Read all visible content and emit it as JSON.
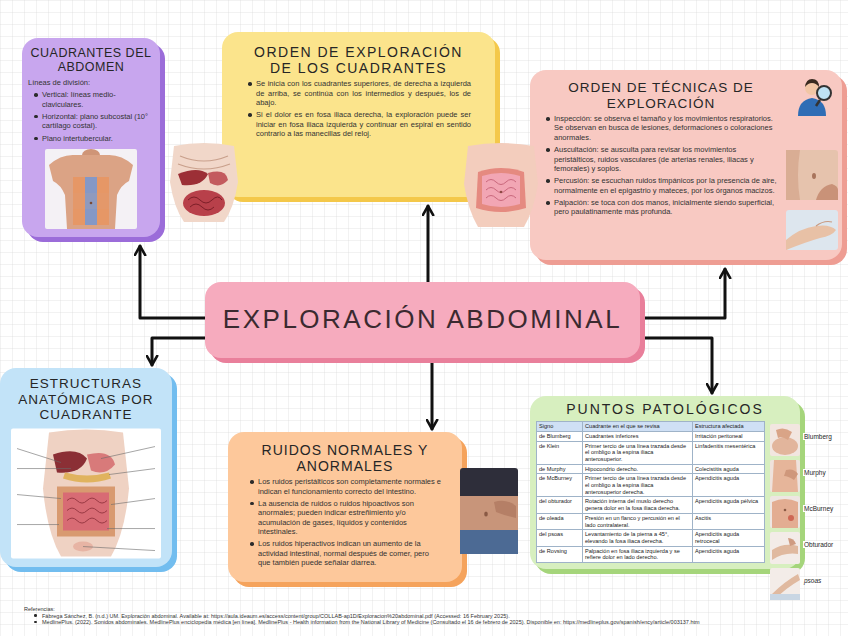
{
  "diagram": {
    "nodes": [
      {
        "text": [
          "CUADRANTES DEL ABDOMEN",
          "Líneas de división:",
          "Vertical: líneas medio-claviculares.",
          "Horizontal: plano subcostal (10° cartílago costal).",
          "Plano intertubercular."
        ]
      },
      {
        "text": [
          "ORDEN DE EXPLORACIÓN DE LOS CUADRANTES",
          "Se inicia con los cuadrantes superiores, de derecha a izquierda de arriba, se continúa con los intermedios y después, los de abajo.",
          "Si el dolor es en fosa iliaca derecha, la exploración puede ser iniciar en fosa iliaca izquierda y continuar en espiral en sentido contrario a las manecillas del reloj."
        ]
      },
      {
        "text": [
          "ORDEN DE TÉCNICAS DE EXPLORACIÓN",
          "Inspección: se observa el tamaño y los movimientos respiratorios. Se observan en busca de lesiones, deformaciones o coloraciones anormales.",
          "Auscultación: se ausculta para revisar los movimientos peristálticos, ruidos vasculares (de arterias renales, iliacas y femorales) y soplos.",
          "Percusión: se escuchan ruidos timpánicos por la presencia de aire, normalmente en el epigastrio y mateces, por los órganos macizos.",
          "Palpación: se toca con dos manos, inicialmente siendo superficial, pero paulatinamente más profunda."
        ]
      },
      {
        "text": [
          "EXPLORACIÓN ABDOMINAL"
        ]
      },
      {
        "text": [
          "ESTRUCTURAS ANATÓMICAS POR CUADRANTE"
        ]
      },
      {
        "text": [
          "RUIDOS NORMALES Y ANORMALES",
          "Los ruidos peristálticos son completamente normales e indican el funcionamiento correcto del intestino.",
          "La ausencia de ruidos o ruidos hipoactivos son anormales; pueden indicar estreñimiento y/o acumulación de gases, líquidos y contenidos intestinales.",
          "Los ruidos hiperactivos indican un aumento de la actividad intestinal, normal después de comer, pero que también puede señalar diarrea."
        ]
      },
      {
        "text": [
          "PUNTOS PATOLÓGICOS"
        ]
      }
    ],
    "edges": [
      {
        "from": 3,
        "to": 0,
        "arrow": "to"
      },
      {
        "from": 3,
        "to": 1,
        "arrow": "to"
      },
      {
        "from": 3,
        "to": 2,
        "arrow": "to"
      },
      {
        "from": 3,
        "to": 4,
        "arrow": "to"
      },
      {
        "from": 3,
        "to": 5,
        "arrow": "to"
      },
      {
        "from": 3,
        "to": 6,
        "arrow": "to"
      }
    ],
    "labels": [
      "Signo",
      "Cuadrante en el que se revisa",
      "Estructura afectada",
      "de Blumberg",
      "Cuadrantes inferiores",
      "Irritación peritoneal",
      "de Klein",
      "Primer tercio de una línea trazada desde el ombligo a la espina iliaca anterosuperior.",
      "Linfadenitis mesentérica",
      "de Murphy",
      "Hipocondrio derecho.",
      "Colecistitis aguda",
      "de McBurney",
      "Primer tercio de una línea trazada desde el ombligo a la espina iliaca anterosuperior derecha.",
      "Apendicitis aguda",
      "del obturador",
      "Rotación interna del muslo derecho genera dolor en la fosa iliaca derecha.",
      "Apendicitis aguda pélvica",
      "de oleada",
      "Presión en un flanco y percusión en el lado contralateral.",
      "Ascitis",
      "del psoas",
      "Levantamiento de la pierna a 45°, elevando la fosa iliaca derecha.",
      "Apendicitis aguda retrocecal",
      "de Rovsing",
      "Palpación en fosa iliaca izquierda y se refiere dolor en lado derecho.",
      "Apendicitis aguda",
      "Blumberg",
      "Murphy",
      "McBurney",
      "Obturador",
      "psoas",
      "Referencias:",
      "Fábrega Sánchez, B. (n.d.) UM. Exploración abdominal. Available at: https://aula.ideaum.es/access/content/group/COLLAB-ap1D/Exploracion%20abdominal.pdf (Accessed: 16 February 2025).",
      "MedlinePlus. (2022). Sonidos abdominales. MedlinePlus enciclopedia médica [en línea]. MedlinePlus - Health information from the National Library of Medicine (Consultado el 16 de febrero de 2025). Disponible en: https://medlineplus.gov/spanish/ency/article/003137.htm"
    ]
  }
}
